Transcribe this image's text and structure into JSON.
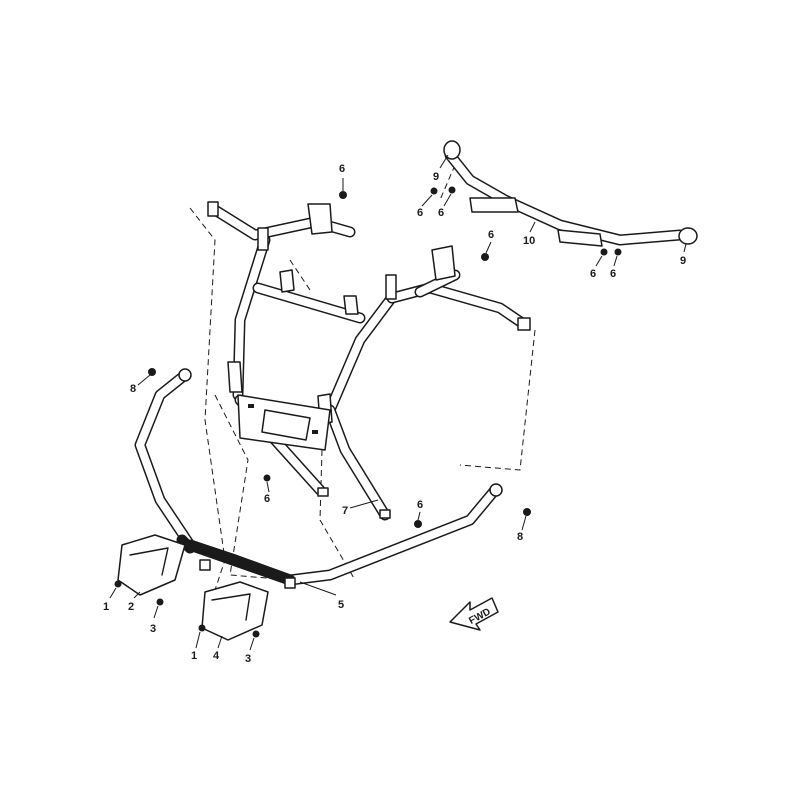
{
  "callouts": {
    "c1a": "1",
    "c1b": "1",
    "c2": "2",
    "c3a": "3",
    "c3b": "3",
    "c4": "4",
    "c5": "5",
    "c6a": "6",
    "c6b": "6",
    "c6c": "6",
    "c6d": "6",
    "c6e": "6",
    "c6f": "6",
    "c6g": "6",
    "c6h": "6",
    "c7": "7",
    "c8a": "8",
    "c8b": "8",
    "c9a": "9",
    "c9b": "9",
    "c10": "10"
  },
  "direction_arrow": {
    "label": "FWD"
  },
  "colors": {
    "line": "#1a1a1a",
    "background": "#ffffff"
  }
}
